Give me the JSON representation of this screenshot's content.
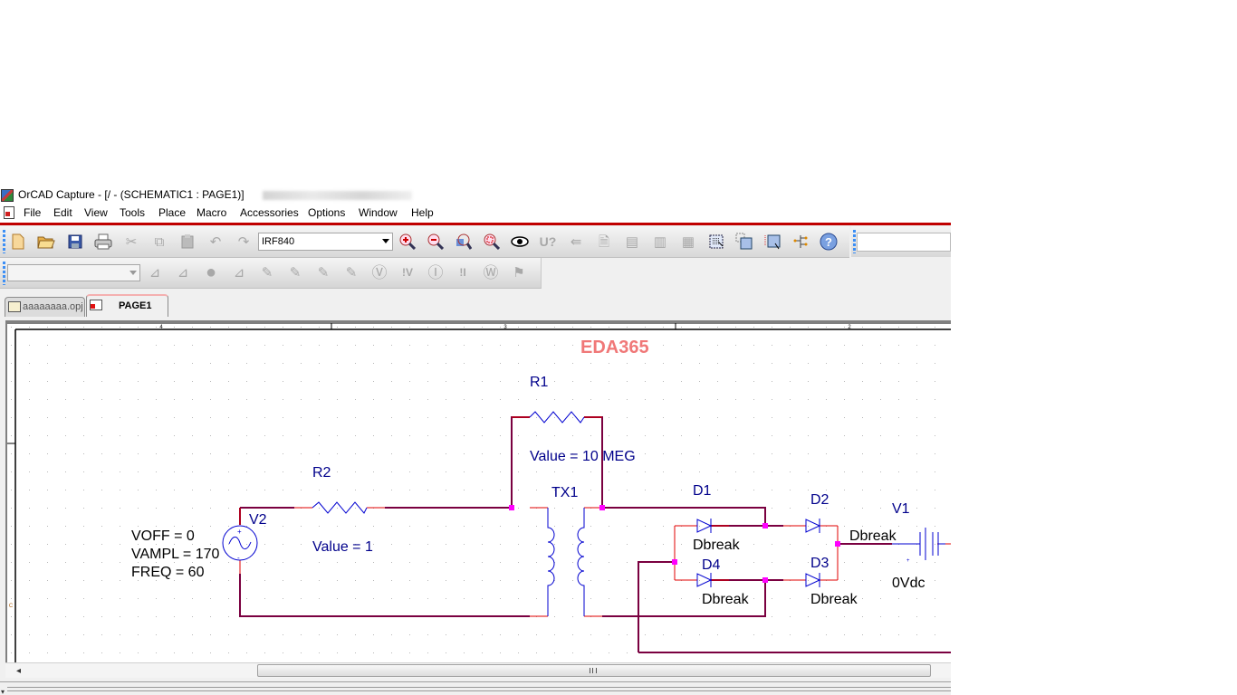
{
  "window": {
    "title": "OrCAD Capture - [/ - (SCHEMATIC1 : PAGE1)]"
  },
  "menu": {
    "items": [
      "File",
      "Edit",
      "View",
      "Tools",
      "Place",
      "Macro",
      "Accessories",
      "Options",
      "Window",
      "Help"
    ]
  },
  "toolbar": {
    "part_combo_value": "IRF840",
    "buttons": [
      "new-icon",
      "open-icon",
      "save-icon",
      "print-icon",
      "cut-icon",
      "copy-icon",
      "paste-icon",
      "undo-icon",
      "redo-icon",
      "zoom-in-icon",
      "zoom-out-icon",
      "zoom-area-icon",
      "zoom-all-icon",
      "eye-icon",
      "annotate-icon",
      "back-annotate-icon",
      "design-rules-icon",
      "netlist-icon",
      "cross-reference-icon",
      "bill-of-materials-icon",
      "select-area-icon",
      "snap-select-icon",
      "drag-select-icon",
      "hierarchy-icon",
      "help-icon"
    ],
    "sim_profile_value": "",
    "sim_buttons": [
      "new-simulation-profile-icon",
      "edit-simulation-settings-icon",
      "run-icon",
      "view-simulation-results-icon",
      "voltage-marker-icon",
      "voltage-differential-marker-icon",
      "current-marker-icon",
      "power-marker-icon",
      "enable-bias-voltage-icon",
      "toggle-voltage-icon",
      "enable-bias-current-icon",
      "toggle-current-icon",
      "enable-bias-power-icon",
      "toggle-power-icon"
    ]
  },
  "tabs": [
    {
      "label": "aaaaaaaa.opj",
      "active": false
    },
    {
      "label": "PAGE1",
      "active": true
    }
  ],
  "border": {
    "columns": [
      "4",
      "3",
      "2"
    ],
    "rows": [
      "C"
    ]
  },
  "schematic": {
    "watermark": "EDA365",
    "components": {
      "R1": {
        "ref": "R1",
        "value": "Value = 10 MEG"
      },
      "R2": {
        "ref": "R2",
        "value": "Value = 1"
      },
      "V2": {
        "ref": "V2",
        "params": [
          "VOFF = 0",
          "VAMPL = 170",
          "FREQ = 60"
        ]
      },
      "TX1": {
        "ref": "TX1"
      },
      "D1": {
        "ref": "D1",
        "value": "Dbreak"
      },
      "D2": {
        "ref": "D2",
        "value": "Dbreak"
      },
      "D3": {
        "ref": "D3",
        "value": "Dbreak"
      },
      "D4": {
        "ref": "D4",
        "value": "Dbreak"
      },
      "V1": {
        "ref": "V1",
        "value": "0Vdc"
      }
    },
    "colors": {
      "wire": "#7a0040",
      "pin": "#e00000",
      "part": "#0000d0",
      "label": "#00008b",
      "junction": "#ff00ff",
      "watermark": "#f07878"
    }
  }
}
